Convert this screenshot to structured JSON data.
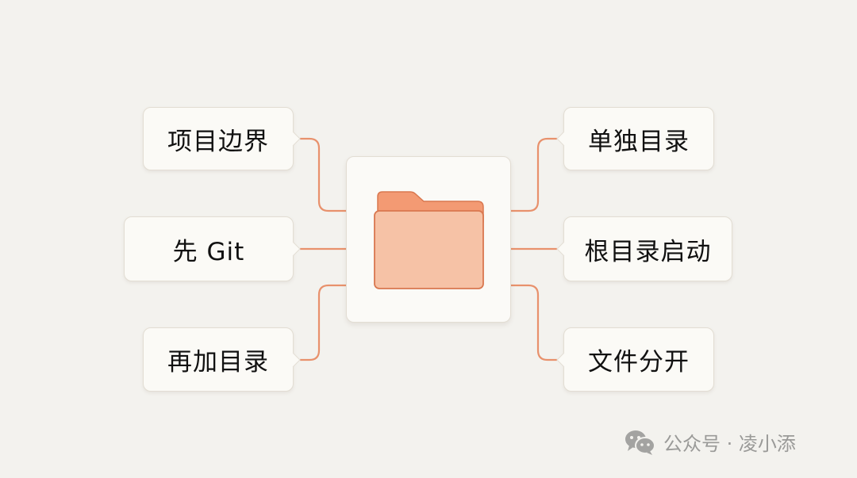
{
  "diagram": {
    "center": {
      "icon": "folder-icon"
    },
    "left_nodes": [
      {
        "label": "项目边界"
      },
      {
        "label": "先 Git"
      },
      {
        "label": "再加目录"
      }
    ],
    "right_nodes": [
      {
        "label": "单独目录"
      },
      {
        "label": "根目录启动"
      },
      {
        "label": "文件分开"
      }
    ],
    "colors": {
      "background": "#f3f2ee",
      "node_fill": "#fbfaf6",
      "connector": "#e8916c",
      "folder_back": "#f39a73",
      "folder_front": "#f6c2a6",
      "folder_stroke": "#d9774f"
    }
  },
  "footer": {
    "icon": "wechat-icon",
    "text": "公众号 · 凌小添"
  }
}
